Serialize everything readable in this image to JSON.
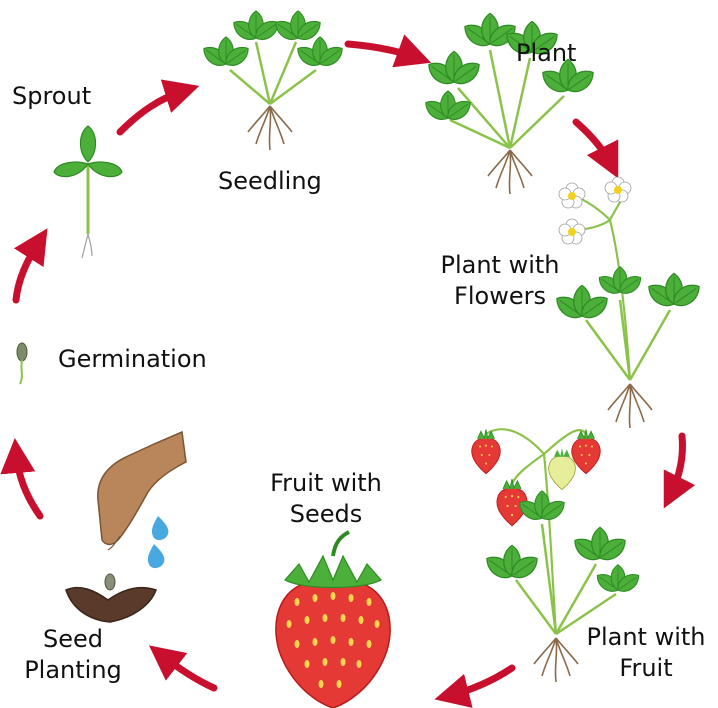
{
  "stages": {
    "sprout": "Sprout",
    "seedling": "Seedling",
    "plant": "Plant",
    "flowers_line1": "Plant with",
    "flowers_line2": "Flowers",
    "fruit_line1": "Plant with",
    "fruit_line2": "Fruit",
    "seeds_line1": "Fruit with",
    "seeds_line2": "Seeds",
    "planting_line1": "Seed",
    "planting_line2": "Planting",
    "germination": "Germination"
  },
  "colors": {
    "arrow": "#c8102e",
    "leaf": "#4caf3a",
    "leaf_dark": "#2e8b22",
    "root": "#8a6a4a",
    "berry": "#e53935",
    "soil": "#5a3a2a",
    "skin": "#b9855a",
    "water": "#4aa8e0"
  }
}
